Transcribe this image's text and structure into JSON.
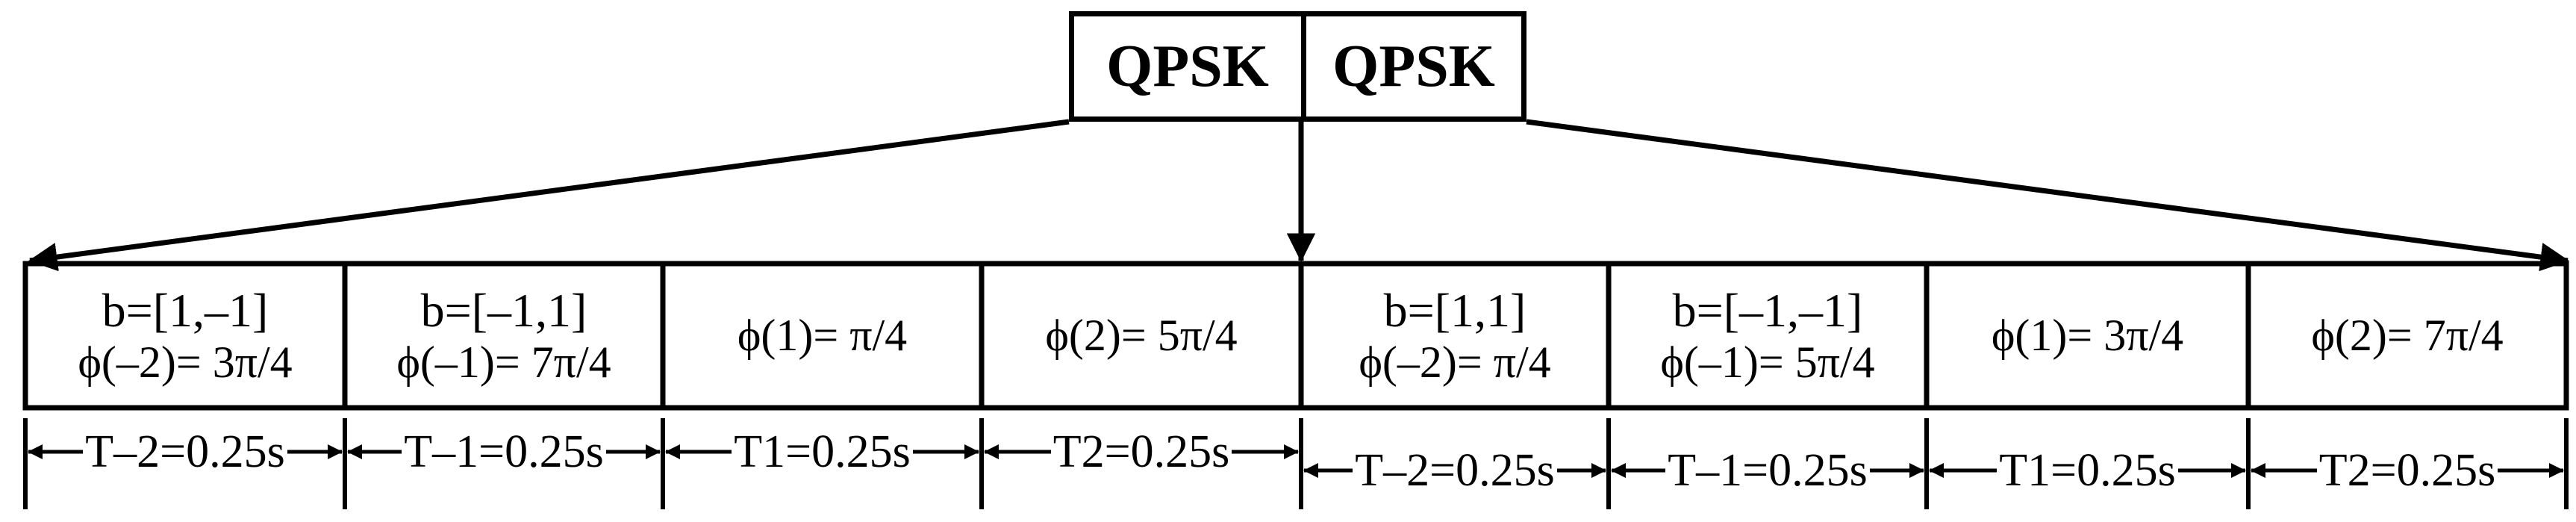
{
  "top": {
    "left_label": "QPSK",
    "right_label": "QPSK"
  },
  "frames": [
    {
      "line1": "b=[1,–1]",
      "line2": "ϕ(–2)= 3π/4",
      "duration": "T–2=0.25s"
    },
    {
      "line1": "b=[–1,1]",
      "line2": "ϕ(–1)= 7π/4",
      "duration": "T–1=0.25s"
    },
    {
      "line1": "",
      "line2": "ϕ(1)= π/4",
      "duration": "T1=0.25s"
    },
    {
      "line1": "",
      "line2": "ϕ(2)= 5π/4",
      "duration": "T2=0.25s"
    },
    {
      "line1": "b=[1,1]",
      "line2": "ϕ(–2)= π/4",
      "duration": "T–2=0.25s"
    },
    {
      "line1": "b=[–1,–1]",
      "line2": "ϕ(–1)= 5π/4",
      "duration": "T–1=0.25s"
    },
    {
      "line1": "",
      "line2": "ϕ(1)= 3π/4",
      "duration": "T1=0.25s"
    },
    {
      "line1": "",
      "line2": "ϕ(2)= 7π/4",
      "duration": "T2=0.25s"
    }
  ]
}
